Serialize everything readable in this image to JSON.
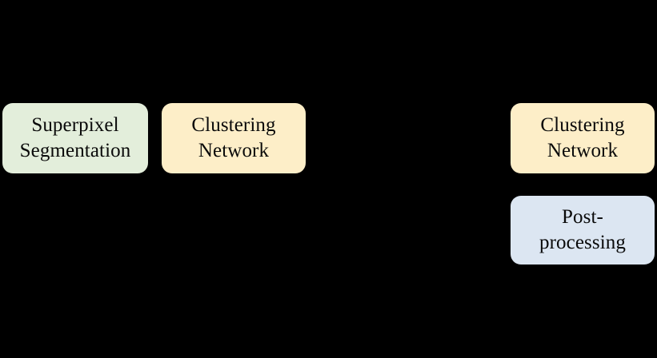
{
  "diagram": {
    "background_color": "#000000",
    "text_color": "#0a0a0a",
    "nodes": [
      {
        "id": "superpixel-segmentation",
        "label": "Superpixel\nSegmentation",
        "color": "#e3eedb"
      },
      {
        "id": "clustering-network-1",
        "label": "Clustering\nNetwork",
        "color": "#fdeec8"
      },
      {
        "id": "clustering-network-2",
        "label": "Clustering\nNetwork",
        "color": "#fdeec8"
      },
      {
        "id": "post-processing",
        "label": "Post-\nprocessing",
        "color": "#dce6f2"
      }
    ]
  }
}
